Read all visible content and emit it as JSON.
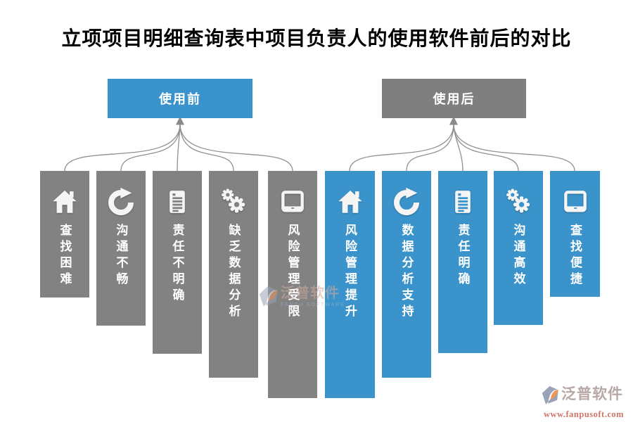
{
  "title": "立项项目明细查询表中项目负责人的使用软件前后的对比",
  "colors": {
    "accent_blue": "#3a93ca",
    "column_gray": "#828282",
    "header_gray": "#7f7f7f",
    "connector_line": "#909090",
    "logo_salmon": "#cf7468"
  },
  "before": {
    "header": "使用前",
    "items": [
      {
        "label": "查找困难",
        "icon": "home-icon"
      },
      {
        "label": "沟通不畅",
        "icon": "refresh-icon"
      },
      {
        "label": "责任不明确",
        "icon": "document-icon"
      },
      {
        "label": "缺乏数据分析",
        "icon": "gears-icon"
      },
      {
        "label": "风险管理受限",
        "icon": "tablet-icon"
      }
    ]
  },
  "after": {
    "header": "使用后",
    "items": [
      {
        "label": "风险管理提升",
        "icon": "home-icon"
      },
      {
        "label": "数据分析支持",
        "icon": "refresh-icon"
      },
      {
        "label": "责任明确",
        "icon": "document-icon"
      },
      {
        "label": "沟通高效",
        "icon": "gears-icon"
      },
      {
        "label": "查找便捷",
        "icon": "tablet-icon"
      }
    ]
  },
  "watermark": {
    "text": "泛普软件",
    "subtext": "FANPU SOFTWARE"
  },
  "logo": {
    "text": "泛普软件",
    "url": "www.fanpusoft.com"
  }
}
